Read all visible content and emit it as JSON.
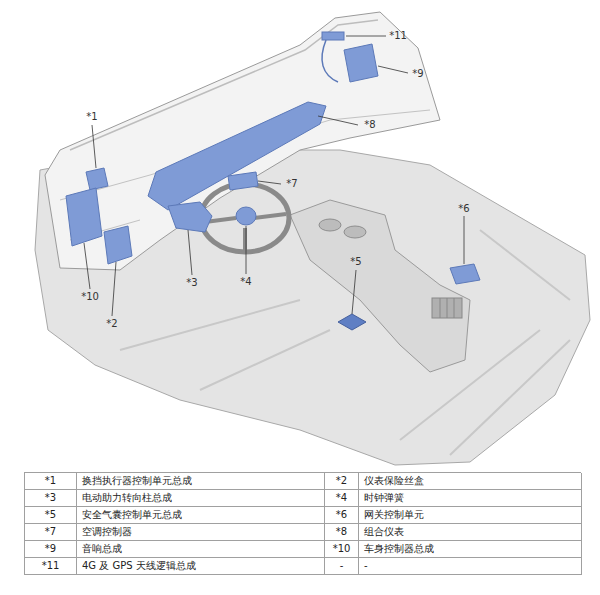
{
  "diagram": {
    "labels": [
      "*11",
      "*9",
      "*1",
      "*8",
      "*7",
      "*6",
      "*5",
      "*3",
      "*10",
      "*2",
      "*4",
      "*1",
      "换挡执行器控制单元总成",
      "*2",
      "仪表保险丝盒",
      "*3",
      "电动助力转向柱总成",
      "*4",
      "时钟弹簧",
      "*5",
      "安全气囊控制单元总成",
      "*6",
      "网关控制单元",
      "*7",
      "空调控制器",
      "*8",
      "组合仪表",
      "*9",
      "音响总成",
      "*10",
      "车身控制器总成",
      "*11",
      "4G 及 GPS 天线逻辑总成",
      "-",
      "-"
    ]
  }
}
